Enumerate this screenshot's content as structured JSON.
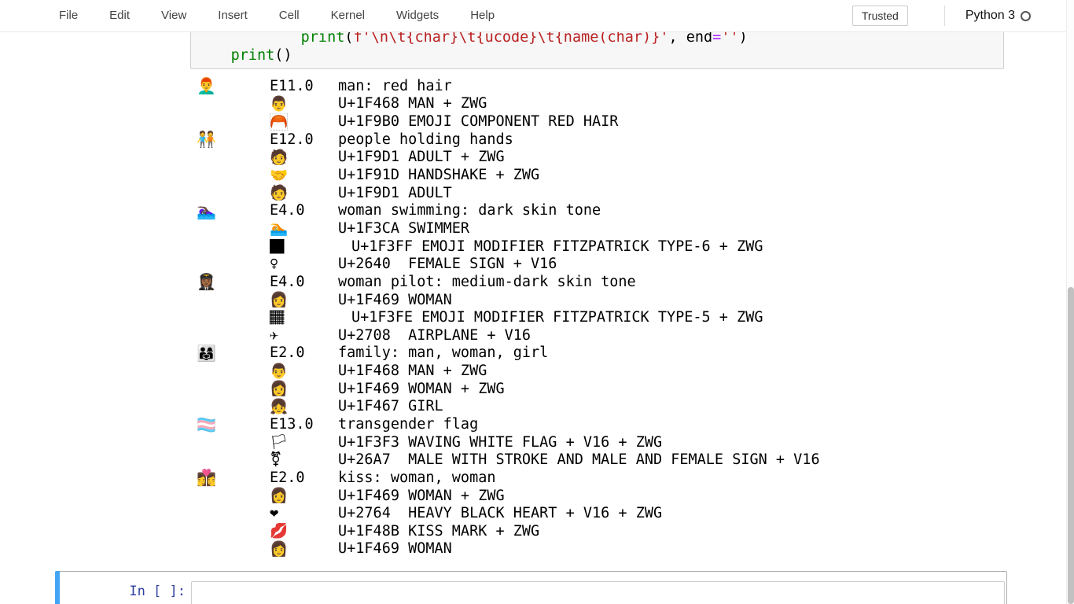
{
  "menubar": {
    "items": [
      "File",
      "Edit",
      "View",
      "Insert",
      "Cell",
      "Kernel",
      "Widgets",
      "Help"
    ],
    "trusted_label": "Trusted",
    "kernel_name": "Python 3",
    "kernel_status": "idle"
  },
  "code_cell": {
    "line1_tokens": [
      {
        "t": "            ",
        "c": "plain"
      },
      {
        "t": "print",
        "c": "func"
      },
      {
        "t": "(",
        "c": "plain"
      },
      {
        "t": "f'\\n\\t{char}\\t{ucode}\\t{name(char)}'",
        "c": "str"
      },
      {
        "t": ", end",
        "c": "plain"
      },
      {
        "t": "=",
        "c": "op"
      },
      {
        "t": "''",
        "c": "str"
      },
      {
        "t": ")",
        "c": "plain"
      }
    ],
    "line2_tokens": [
      {
        "t": "    ",
        "c": "plain"
      },
      {
        "t": "print",
        "c": "func"
      },
      {
        "t": "()",
        "c": "plain"
      }
    ]
  },
  "output_rows": [
    {
      "main": "👨‍🦰",
      "mid": "E11.0",
      "text": "man: red hair",
      "pad": false
    },
    {
      "main": "",
      "mid": "👨",
      "text": "U+1F468 MAN + ZWG",
      "pad": false
    },
    {
      "main": "",
      "mid": "🦰",
      "text": "U+1F9B0 EMOJI COMPONENT RED HAIR",
      "pad": false
    },
    {
      "main": "🧑‍🤝‍🧑",
      "mid": "E12.0",
      "text": "people holding hands",
      "pad": false
    },
    {
      "main": "",
      "mid": "🧑",
      "text": "U+1F9D1 ADULT + ZWG",
      "pad": false
    },
    {
      "main": "",
      "mid": "🤝",
      "text": "U+1F91D HANDSHAKE + ZWG",
      "pad": false
    },
    {
      "main": "",
      "mid": "🧑",
      "text": "U+1F9D1 ADULT",
      "pad": false
    },
    {
      "main": "🏊🏿‍♀️",
      "mid": "E4.0",
      "text": "woman swimming: dark skin tone",
      "pad": false
    },
    {
      "main": "",
      "mid": "🏊",
      "text": "U+1F3CA SWIMMER",
      "pad": false
    },
    {
      "main": "",
      "mid": "🏿",
      "text": "U+1F3FF EMOJI MODIFIER FITZPATRICK TYPE-6 + ZWG",
      "pad": true
    },
    {
      "main": "",
      "mid": "♀",
      "text": "U+2640  FEMALE SIGN + V16",
      "pad": false
    },
    {
      "main": "👩🏾‍✈️",
      "mid": "E4.0",
      "text": "woman pilot: medium-dark skin tone",
      "pad": false
    },
    {
      "main": "",
      "mid": "👩",
      "text": "U+1F469 WOMAN",
      "pad": false
    },
    {
      "main": "",
      "mid": "🏾",
      "text": "U+1F3FE EMOJI MODIFIER FITZPATRICK TYPE-5 + ZWG",
      "pad": true
    },
    {
      "main": "",
      "mid": "✈",
      "text": "U+2708  AIRPLANE + V16",
      "pad": false
    },
    {
      "main": "👨‍👩‍👧",
      "mid": "E2.0",
      "text": "family: man, woman, girl",
      "pad": false
    },
    {
      "main": "",
      "mid": "👨",
      "text": "U+1F468 MAN + ZWG",
      "pad": false
    },
    {
      "main": "",
      "mid": "👩",
      "text": "U+1F469 WOMAN + ZWG",
      "pad": false
    },
    {
      "main": "",
      "mid": "👧",
      "text": "U+1F467 GIRL",
      "pad": false
    },
    {
      "main": "🏳️‍⚧️",
      "mid": "E13.0",
      "text": "transgender flag",
      "pad": false
    },
    {
      "main": "",
      "mid": "🏳",
      "text": "U+1F3F3 WAVING WHITE FLAG + V16 + ZWG",
      "pad": false
    },
    {
      "main": "",
      "mid": "⚧",
      "text": "U+26A7  MALE WITH STROKE AND MALE AND FEMALE SIGN + V16",
      "pad": false
    },
    {
      "main": "👩‍❤️‍💋‍👩",
      "mid": "E2.0",
      "text": "kiss: woman, woman",
      "pad": false
    },
    {
      "main": "",
      "mid": "👩",
      "text": "U+1F469 WOMAN + ZWG",
      "pad": false
    },
    {
      "main": "",
      "mid": "❤",
      "text": "U+2764  HEAVY BLACK HEART + V16 + ZWG",
      "pad": false
    },
    {
      "main": "",
      "mid": "💋",
      "text": "U+1F48B KISS MARK + ZWG",
      "pad": false
    },
    {
      "main": "",
      "mid": "👩",
      "text": "U+1F469 WOMAN",
      "pad": false
    }
  ],
  "bottom_cell": {
    "prompt": "In [ ]:"
  }
}
